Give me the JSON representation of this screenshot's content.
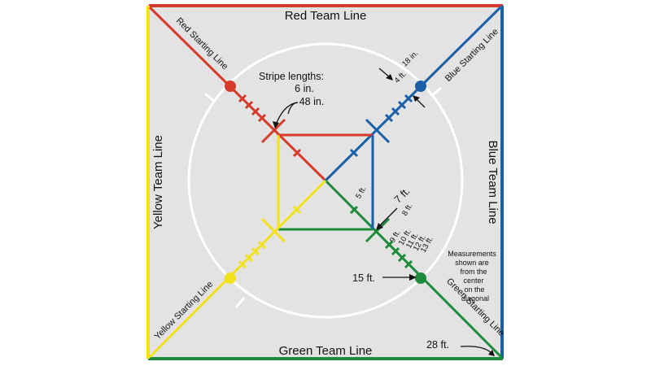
{
  "lines": {
    "red_team": "Red Team Line",
    "blue_team": "Blue Team Line",
    "green_team": "Green Team Line",
    "yellow_team": "Yellow Team Line"
  },
  "starting_lines": {
    "red": "Red Starting Line",
    "blue": "Blue Starting Line",
    "green": "Green Starting Line",
    "yellow": "Yellow Starting Line"
  },
  "stripe_lengths": {
    "heading": "Stripe lengths:",
    "short": "6 in.",
    "long": "48 in."
  },
  "measurements": {
    "blue_18in": "18 in.",
    "blue_4ft": "4 ft.",
    "center_5ft": "5 ft.",
    "ft_7": "7 ft.",
    "ft_8": "8 ft.",
    "ft_9": "9 ft.",
    "ft_10": "10 ft.",
    "ft_11": "11 ft.",
    "ft_12": "12 ft.",
    "ft_13": "13 ft.",
    "ft_15": "15 ft.",
    "ft_28": "28 ft."
  },
  "note_lines": [
    "Measurements",
    "shown are",
    "from the",
    "center",
    "on the",
    "diagonal"
  ],
  "colors": {
    "red": "#d63a2a",
    "blue": "#1a5fa8",
    "green": "#1e8a3c",
    "yellow": "#f2e21a",
    "floor": "#e3e3e3",
    "circle": "#ffffff"
  }
}
